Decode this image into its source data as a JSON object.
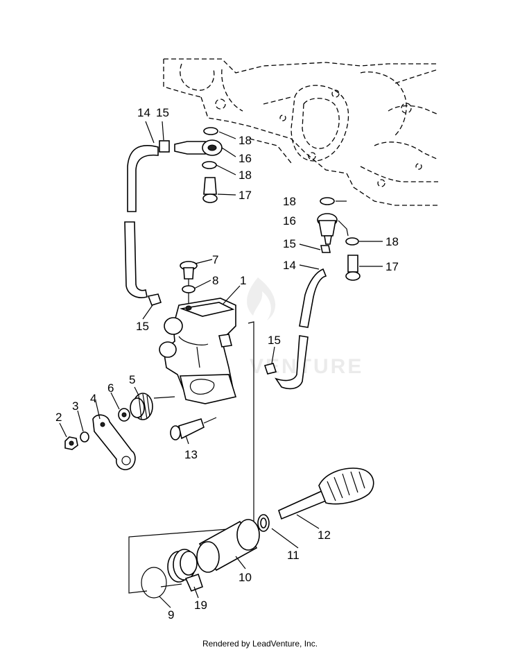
{
  "diagram": {
    "part_labels": {
      "p1": "1",
      "p2": "2",
      "p3": "3",
      "p4": "4",
      "p5": "5",
      "p6": "6",
      "p7": "7",
      "p8": "8",
      "p9": "9",
      "p10": "10",
      "p11": "11",
      "p12": "12",
      "p13": "13",
      "p14a": "14",
      "p14b": "14",
      "p15a": "15",
      "p15b": "15",
      "p15c": "15",
      "p15d": "15",
      "p16a": "16",
      "p16b": "16",
      "p17a": "17",
      "p17b": "17",
      "p18a": "18",
      "p18b": "18",
      "p18c": "18",
      "p18d": "18",
      "p19": "19"
    },
    "watermark": "VENTURE"
  },
  "footer": {
    "credit": "Rendered by LeadVenture, Inc."
  }
}
